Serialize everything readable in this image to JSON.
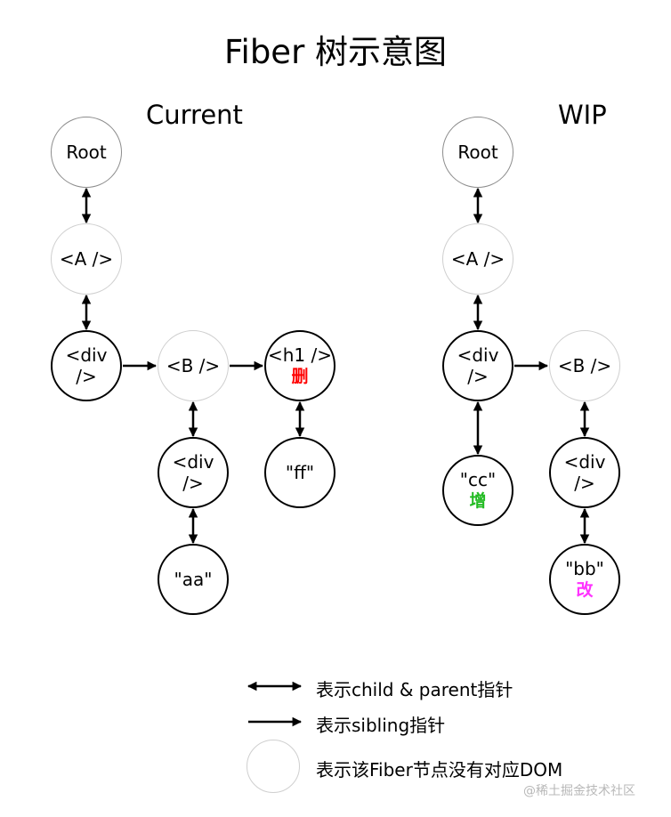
{
  "title": "Fiber 树示意图",
  "current": {
    "title": "Current",
    "nodes": {
      "root": "Root",
      "a": "<A />",
      "div": "<div />",
      "b": "<B />",
      "h1": "<h1 />",
      "h1_mark": "删",
      "div2": "<div />",
      "ff": "\"ff\"",
      "aa": "\"aa\""
    }
  },
  "wip": {
    "title": "WIP",
    "nodes": {
      "root": "Root",
      "a": "<A />",
      "div": "<div />",
      "b": "<B />",
      "cc": "\"cc\"",
      "cc_mark": "增",
      "div2": "<div />",
      "bb": "\"bb\"",
      "bb_mark": "改"
    }
  },
  "legend": {
    "child_parent": "表示child & parent指针",
    "sibling": "表示sibling指针",
    "no_dom": "表示该Fiber节点没有对应DOM"
  },
  "marks": {
    "delete_color": "#ff0000",
    "add_color": "#22bb22",
    "update_color": "#ff33ff"
  },
  "watermark": "@稀土掘金技术社区"
}
